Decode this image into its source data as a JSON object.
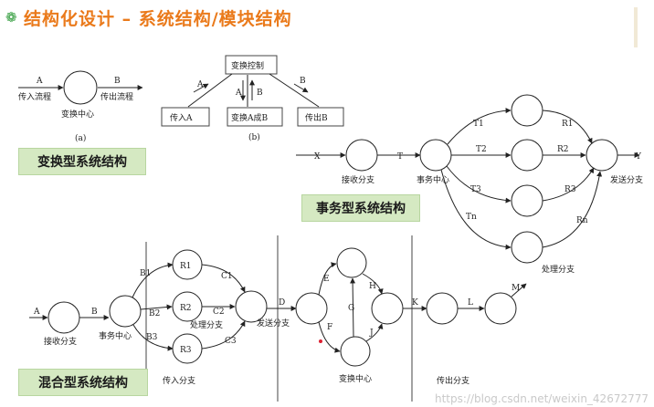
{
  "header": {
    "title": "结构化设计 – 系统结构/模块结构",
    "bullet_icon": "leaf-bullet-icon",
    "color": "#ea7a1b"
  },
  "sections": {
    "transform": "变换型系统结构",
    "transaction": "事务型系统结构",
    "hybrid": "混合型系统结构"
  },
  "figA": {
    "arrow_in": "A",
    "arrow_out": "B",
    "in_label": "传入流程",
    "out_label": "传出流程",
    "center_label": "变换中心",
    "caption": "(a)"
  },
  "figB": {
    "control": "变换控制",
    "in_module": "传入A",
    "transform_module": "变换A成B",
    "out_module": "传出B",
    "edge_a": "A",
    "edge_b": "B",
    "mid_a": "A",
    "mid_b": "B",
    "caption": "(b)"
  },
  "transaction": {
    "input": "X",
    "t": "T",
    "output": "Y",
    "receive": "接收分支",
    "center": "事务中心",
    "dispatch": "发送分支",
    "process": "处理分支",
    "t_labels": [
      "T1",
      "T2",
      "T3",
      "Tn"
    ],
    "r_labels": [
      "R1",
      "R2",
      "R3",
      "Rn"
    ]
  },
  "hybrid": {
    "a": "A",
    "b": "B",
    "d": "D",
    "k": "K",
    "l": "L",
    "m": "M",
    "e": "E",
    "f": "F",
    "g": "G",
    "h": "H",
    "j": "J",
    "receive": "接收分支",
    "center": "事务中心",
    "process": "处理分支",
    "dispatch": "发送分支",
    "input_branch": "传入分支",
    "transform_center": "变换中心",
    "output_branch": "传出分支",
    "nodes": [
      "R1",
      "R2",
      "R3"
    ],
    "edges_in": [
      "B1",
      "B2",
      "B3"
    ],
    "edges_out": [
      "C1",
      "C2",
      "C3"
    ]
  },
  "watermark": "https://blog.csdn.net/weixin_42672777",
  "colors": {
    "section_bg": "#d5e9c2",
    "accent": "#ea7a1b",
    "bullet": "#2f9b3a"
  }
}
